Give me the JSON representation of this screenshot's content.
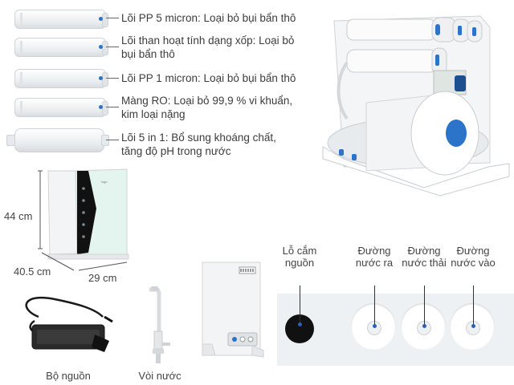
{
  "filters": [
    {
      "label": "Lõi PP 5 micron: Loại bỏ bụi bẩn thô",
      "icon": "pp5-cartridge"
    },
    {
      "label": "Lõi than hoạt tính dạng xốp: Loại bỏ bụi bẩn thô",
      "icon": "carbon-cartridge"
    },
    {
      "label": "Lõi PP 1 micron: Loại bỏ bụi bẩn thô",
      "icon": "pp1-cartridge"
    },
    {
      "label": "Màng RO: Loại bỏ 99,9 % vi khuẩn, kim loại nặng",
      "icon": "ro-membrane"
    },
    {
      "label": "Lõi 5 in 1: Bổ sung khoáng chất, tăng độ pH trong nước",
      "icon": "mineral-cartridge"
    }
  ],
  "dimensions": {
    "height": "44 cm",
    "depth": "40.5 cm",
    "width": "29 cm"
  },
  "accessories": {
    "power_adapter": "Bộ nguồn",
    "faucet": "Vòi nước"
  },
  "ports": {
    "power_socket": "Lỗ cắm nguồn",
    "outlet": "Đường nước ra",
    "waste": "Đường nước thải",
    "inlet": "Đường nước vào"
  },
  "colors": {
    "accent_blue": "#2b74c9",
    "cabinet_mint": "#e4f4ee",
    "panel_black": "#111111"
  }
}
